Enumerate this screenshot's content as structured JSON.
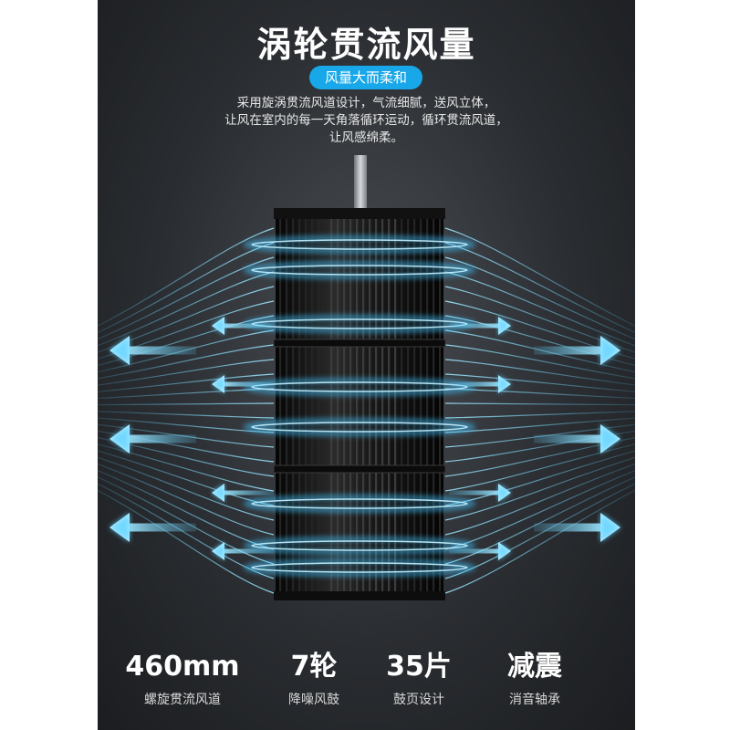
{
  "title": "涡轮贯流风量",
  "badge": "风量大而柔和",
  "description": [
    "采用旋涡贯流风道设计，气流细腻，送风立体，",
    "让风在室内的每一天角落循环运动，循环贯流风道，",
    "让风感绵柔。"
  ],
  "stats": [
    {
      "value": "460mm",
      "label": "螺旋贯流风道"
    },
    {
      "value": "7轮",
      "label": "降噪风鼓"
    },
    {
      "value": "35片",
      "label": "鼓页设计"
    },
    {
      "value": "减震",
      "label": "消音轴承"
    }
  ],
  "colors": {
    "accent": "#18a7e8",
    "glow": "#5fd2ff",
    "background": "#2a2d31"
  },
  "icons": [
    "fan-wheel-illustration",
    "arrow-left-icon",
    "arrow-right-icon"
  ]
}
